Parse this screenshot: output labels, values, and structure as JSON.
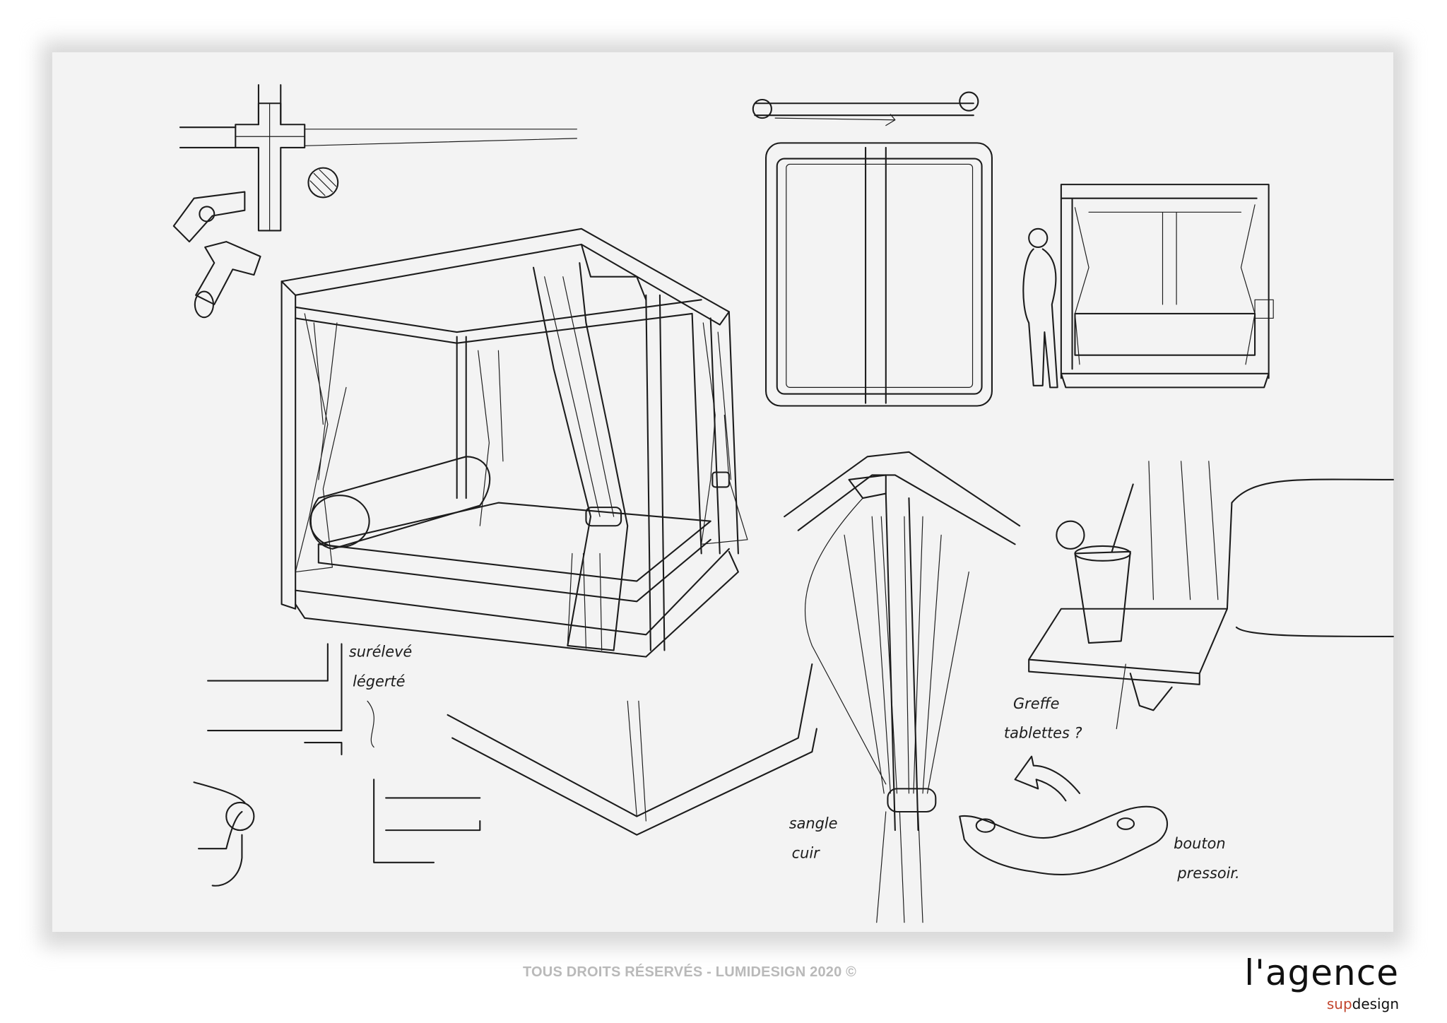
{
  "sheet": {
    "annotations": {
      "raised_1": "surélevé",
      "raised_2": "légerté",
      "shelf_1": "Greffe",
      "shelf_2": "tablettes ?",
      "strap_1": "sangle",
      "strap_2": "cuir",
      "button_1": "bouton",
      "button_2": "pressoir."
    }
  },
  "footer": {
    "copyright": "TOUS DROITS RÉSERVÉS - LUMIDESIGN  2020 ©"
  },
  "logo": {
    "main": "l'agence",
    "sub_accent": "sup",
    "sub_rest": "design",
    "accent_color": "#c2452d"
  }
}
